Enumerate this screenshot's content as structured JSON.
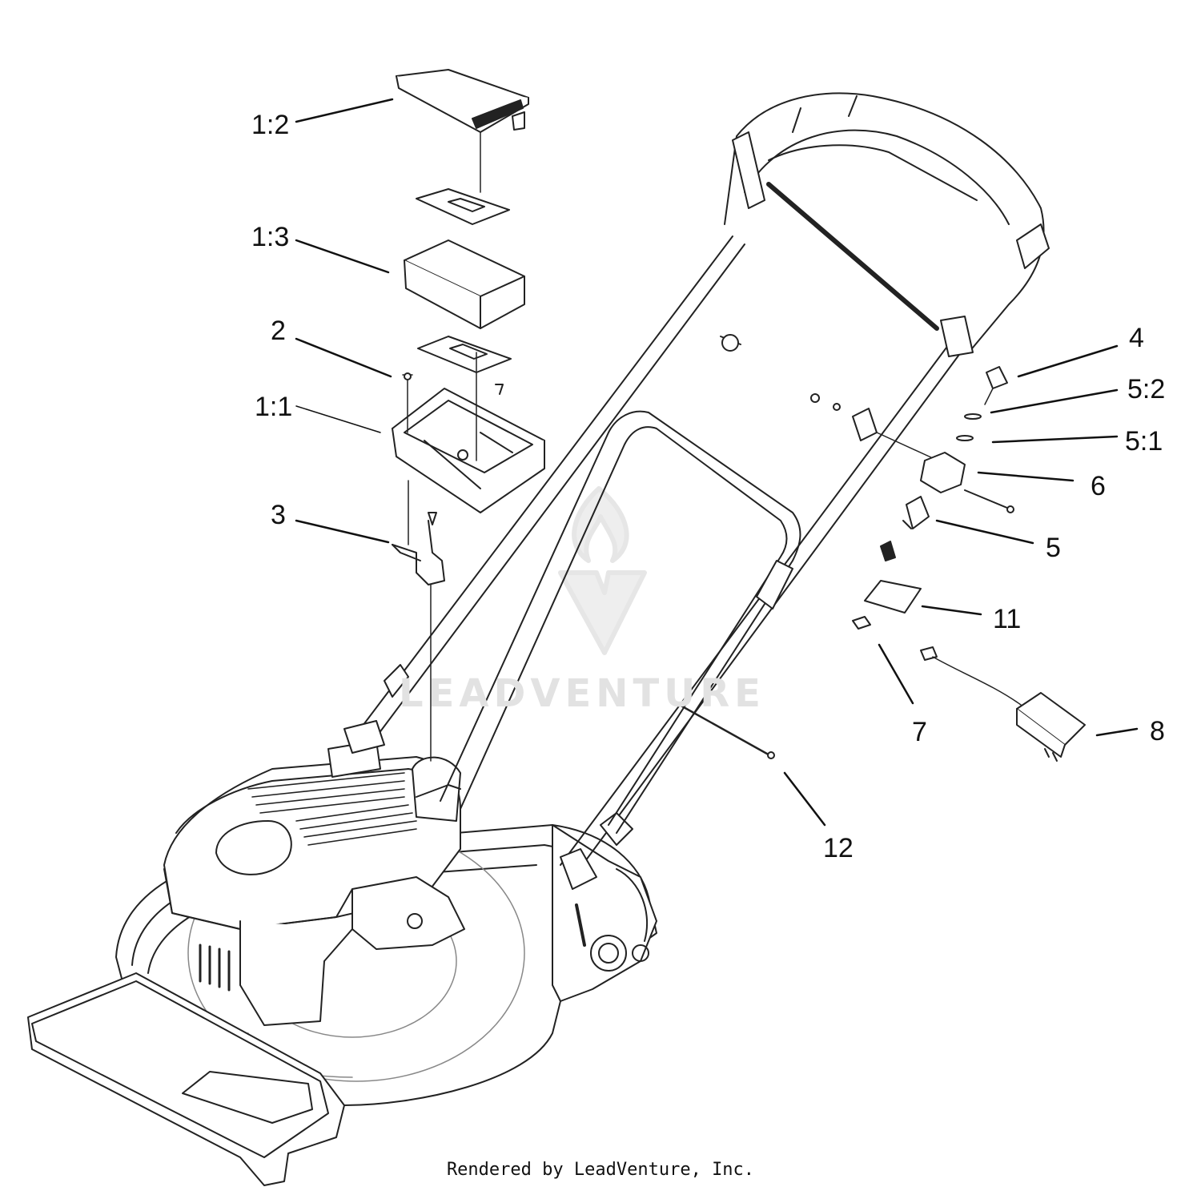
{
  "callouts": {
    "c1_2": "1:2",
    "c1_3": "1:3",
    "c2": "2",
    "c1_1": "1:1",
    "c3": "3",
    "c4": "4",
    "c5_2": "5:2",
    "c5_1": "5:1",
    "c6": "6",
    "c5": "5",
    "c11": "11",
    "c7": "7",
    "c8": "8",
    "c12": "12"
  },
  "watermark": "LEADVENTURE",
  "credit": "Rendered by LeadVenture, Inc.",
  "colors": {
    "line": "#222222",
    "fill": "#ffffff",
    "shade": "#d8d8d8",
    "watermark": "#e2e2e2"
  }
}
